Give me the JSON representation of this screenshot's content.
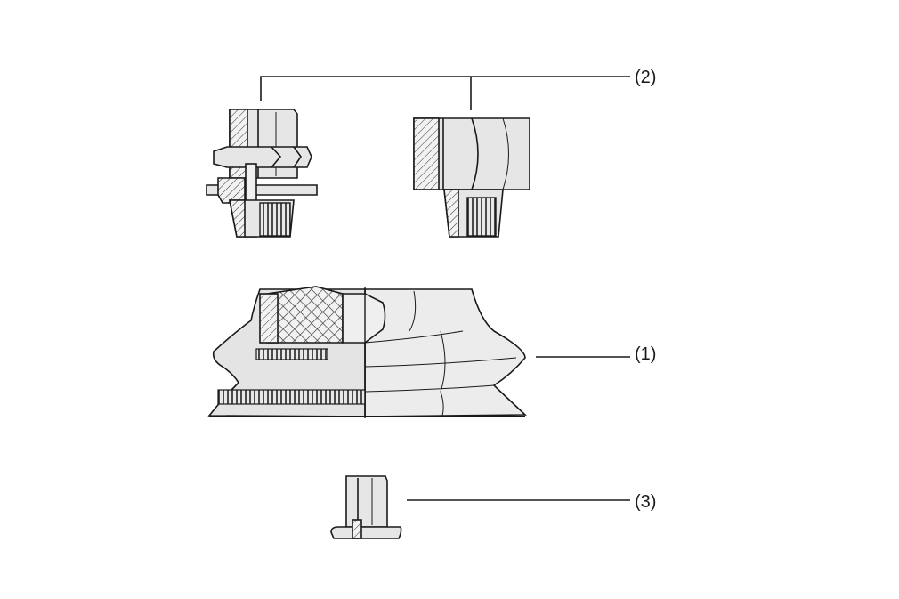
{
  "callouts": {
    "part_1": "(1)",
    "part_2": "(2)",
    "part_3": "(3)"
  },
  "colors": {
    "line": "#1a1a1a",
    "part_fill": "#e6e6e6",
    "part_fill_light": "#efefef",
    "hatch": "#333333"
  }
}
